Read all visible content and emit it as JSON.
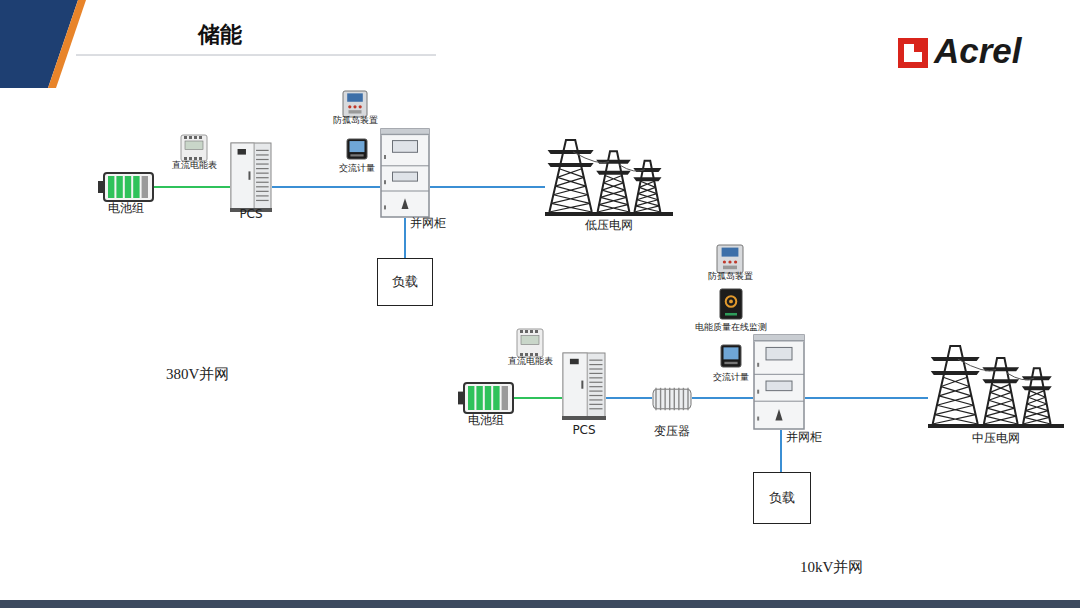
{
  "diagram": {
    "title": "储能",
    "nodes": [
      {
        "text": [
          "电池组"
        ]
      },
      {
        "text": [
          "直流电能表"
        ]
      },
      {
        "text": [
          "PCS"
        ]
      },
      {
        "text": [
          "防孤岛装置"
        ]
      },
      {
        "text": [
          "交流计量"
        ]
      },
      {
        "text": [
          "并网柜"
        ]
      },
      {
        "text": [
          "低压电网"
        ]
      },
      {
        "text": [
          "负载"
        ]
      },
      {
        "text": [
          "直流电能表"
        ]
      },
      {
        "text": [
          "防孤岛装置"
        ]
      },
      {
        "text": [
          "电能质量在线监测"
        ]
      },
      {
        "text": [
          "交流计量"
        ]
      },
      {
        "text": [
          "电池组"
        ]
      },
      {
        "text": [
          "PCS"
        ]
      },
      {
        "text": [
          "变压器"
        ]
      },
      {
        "text": [
          "并网柜"
        ]
      },
      {
        "text": [
          "中压电网"
        ]
      },
      {
        "text": [
          "负载"
        ]
      }
    ],
    "edges": [
      {
        "from": 0,
        "to": 2,
        "arrow": "none"
      },
      {
        "from": 2,
        "to": 5,
        "arrow": "none"
      },
      {
        "from": 5,
        "to": 6,
        "arrow": "none"
      },
      {
        "from": 5,
        "to": 7,
        "arrow": "none"
      },
      {
        "from": 12,
        "to": 13,
        "arrow": "none"
      },
      {
        "from": 13,
        "to": 14,
        "arrow": "none"
      },
      {
        "from": 14,
        "to": 15,
        "arrow": "none"
      },
      {
        "from": 15,
        "to": 16,
        "arrow": "none"
      },
      {
        "from": 15,
        "to": 17,
        "arrow": "none"
      }
    ],
    "labels": [
      "Acrel",
      "380V并网",
      "10kV并网"
    ]
  }
}
